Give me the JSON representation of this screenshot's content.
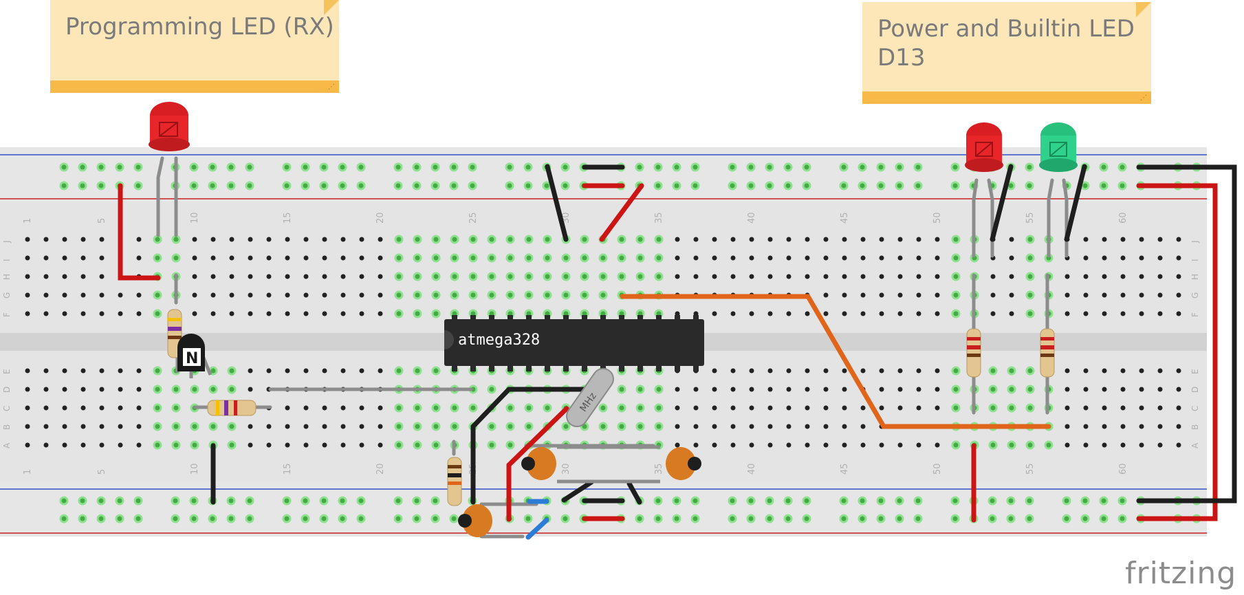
{
  "notes": {
    "left": {
      "text": "Programming LED (RX)"
    },
    "right": {
      "text": "Power and Builtin LED\nD13"
    }
  },
  "chip": {
    "label": "atmega328"
  },
  "crystal": {
    "label": "MHz"
  },
  "transistor": {
    "label": "N"
  },
  "breadboard": {
    "column_numbers": [
      "1",
      "5",
      "10",
      "15",
      "20",
      "25",
      "30",
      "35",
      "40",
      "45",
      "50",
      "55",
      "60"
    ],
    "row_letters_top": [
      "J",
      "I",
      "H",
      "G",
      "F"
    ],
    "row_letters_bottom": [
      "E",
      "D",
      "C",
      "B",
      "A"
    ]
  },
  "logo": {
    "text": "fritzing"
  },
  "colors": {
    "wire_red": "#cc1414",
    "wire_black": "#1e1e1e",
    "wire_orange": "#e0651a",
    "wire_gray": "#8c8c8c",
    "led_red": "#e8262a",
    "led_green": "#2fd28a",
    "board": "#dedede",
    "rail_blue": "#3050c8",
    "rail_red": "#c81e1e"
  }
}
